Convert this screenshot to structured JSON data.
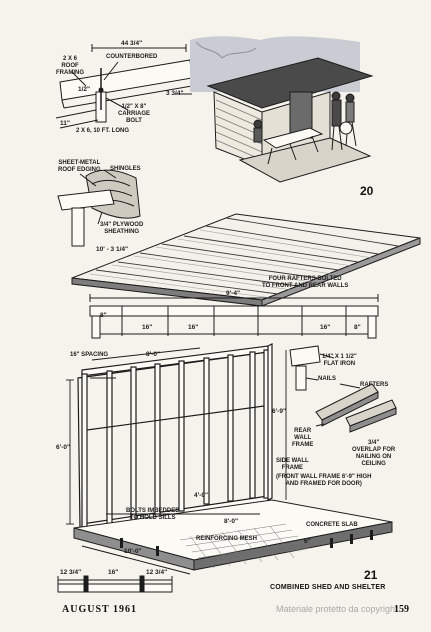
{
  "fig20": {
    "number": "20",
    "labels": {
      "roof_framing": "2 x 6\nROOF\nFRAMING",
      "counterbored": "COUNTERBORED",
      "carriage_bolt": "1/2\" x 8\"\nCARRIAGE\nBOLT",
      "long_2x6": "2 x 6, 10 FT. LONG",
      "sheet_metal": "SHEET-METAL\nROOF EDGING",
      "shingles": "SHINGLES",
      "plywood": "3/4\" PLYWOOD\nSHEATHING"
    },
    "dims": {
      "top_width": "44 3/4\"",
      "side": "3 3/4\"",
      "half": "1/2\"",
      "small": "11\"",
      "roof_length": "10' - 3 1/4\""
    }
  },
  "fig21": {
    "number": "21",
    "caption": "COMBINED SHED AND SHELTER",
    "labels": {
      "four_rafters": "FOUR RAFTERS BOLTED\nTO FRONT AND REAR WALLS",
      "spacing": "16\" SPACING",
      "flat_iron": "1/4\" x 1 1/2\"\nFLAT IRON",
      "nails": "NAILS",
      "rafters": "RAFTERS",
      "rear_wall": "REAR\nWALL\nFRAME",
      "overlap": "3/4\"\nOVERLAP FOR\nNAILING ON\nCEILING",
      "side_wall": "SIDE WALL\nFRAME",
      "front_wall": "(FRONT WALL FRAME 6'-9\" HIGH\nAND FRAMED FOR DOOR)",
      "bolts": "BOLTS IMBEDDED\nTO HOLD SILLS",
      "mesh": "REINFORCING MESH",
      "slab": "CONCRETE SLAB"
    },
    "dims": {
      "top": "9'-4\"",
      "width": "8'-0\"",
      "height": "6'-0\"",
      "side_height": "6'-9\"",
      "d4": "4'-0\"",
      "base": "8'-0\"",
      "depth": "10'-0\"",
      "slab_depth": "6\"",
      "left_sp": "12 3/4\"",
      "mid_sp": "16\"",
      "right_sp": "12 3/4\"",
      "r16a": "16\"",
      "r16b": "16\"",
      "r16c": "16\"",
      "r8a": "8\"",
      "r8b": "8\""
    }
  },
  "footer": {
    "issue": "AUGUST 1961",
    "page": "159",
    "watermark": "Materiale protetto da copyright"
  }
}
